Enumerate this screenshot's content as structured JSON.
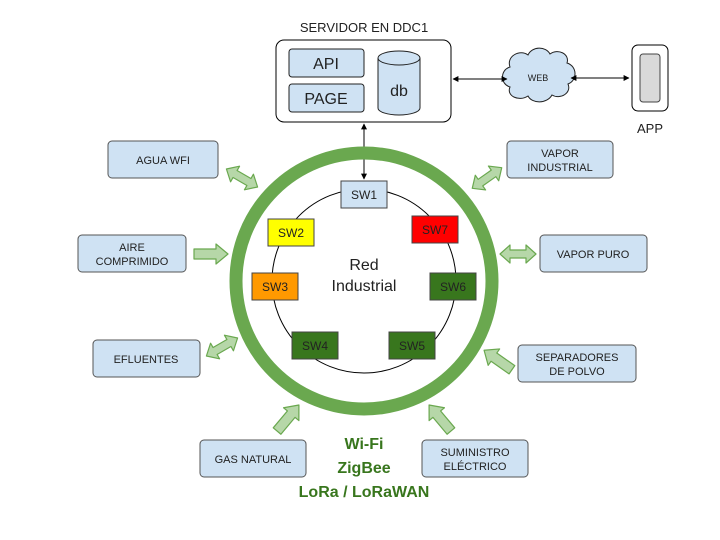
{
  "server": {
    "title": "SERVIDOR EN DDC1",
    "api_label": "API",
    "page_label": "PAGE",
    "db_label": "db"
  },
  "web_label": "WEB",
  "app_label": "APP",
  "network": {
    "line1": "Red",
    "line2": "Industrial",
    "switches": [
      {
        "label": "SW1",
        "color": "#cfe2f3"
      },
      {
        "label": "SW2",
        "color": "#ffff00"
      },
      {
        "label": "SW3",
        "color": "#ff9900"
      },
      {
        "label": "SW4",
        "color": "#38761d"
      },
      {
        "label": "SW5",
        "color": "#38761d"
      },
      {
        "label": "SW6",
        "color": "#38761d"
      },
      {
        "label": "SW7",
        "color": "#ff0000"
      }
    ]
  },
  "utilities": {
    "left": [
      {
        "line1": "AGUA WFI",
        "line2": ""
      },
      {
        "line1": "AIRE",
        "line2": "COMPRIMIDO"
      },
      {
        "line1": "EFLUENTES",
        "line2": ""
      }
    ],
    "right": [
      {
        "line1": "VAPOR",
        "line2": "INDUSTRIAL"
      },
      {
        "line1": "VAPOR PURO",
        "line2": ""
      },
      {
        "line1": "SEPARADORES",
        "line2": "DE POLVO"
      }
    ],
    "bottom": [
      {
        "line1": "GAS NATURAL",
        "line2": ""
      },
      {
        "line1": "SUMINISTRO",
        "line2": "ELÉCTRICO"
      }
    ]
  },
  "wireless": {
    "line1": "Wi-Fi",
    "line2": "ZigBee",
    "line3": "LoRa / LoRaWAN",
    "color": "#38761d"
  },
  "colors": {
    "box_fill": "#cfe2f3",
    "ring": "#6aa84f",
    "arrow_fill": "#b6d7a8",
    "arrow_stroke": "#6aa84f"
  }
}
